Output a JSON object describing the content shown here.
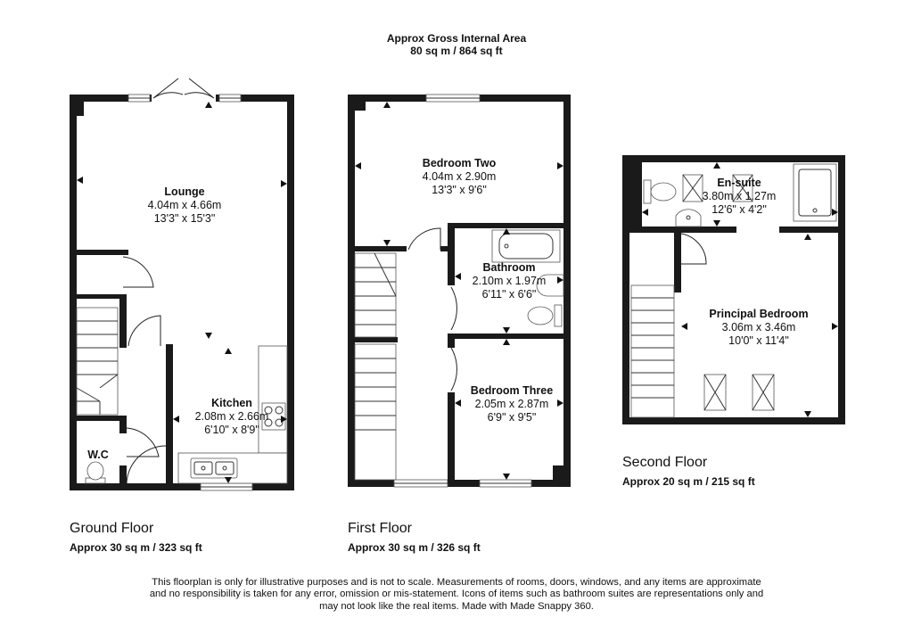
{
  "header": {
    "title": "Approx Gross Internal Area",
    "area": "80 sq m / 864 sq ft"
  },
  "floors": {
    "ground": {
      "title": "Ground Floor",
      "area": "Approx 30 sq m / 323 sq ft"
    },
    "first": {
      "title": "First Floor",
      "area": "Approx 30 sq m / 326 sq ft"
    },
    "second": {
      "title": "Second Floor",
      "area": "Approx 20 sq m / 215 sq ft"
    }
  },
  "rooms": {
    "lounge": {
      "name": "Lounge",
      "metric": "4.04m x 4.66m",
      "imperial": "13'3\" x 15'3\""
    },
    "kitchen": {
      "name": "Kitchen",
      "metric": "2.08m x 2.66m",
      "imperial": "6'10\" x 8'9\""
    },
    "wc": {
      "name": "W.C"
    },
    "bedroom_two": {
      "name": "Bedroom Two",
      "metric": "4.04m x 2.90m",
      "imperial": "13'3\" x 9'6\""
    },
    "bathroom": {
      "name": "Bathroom",
      "metric": "2.10m x 1.97m",
      "imperial": "6'11\" x 6'6\""
    },
    "bedroom_three": {
      "name": "Bedroom Three",
      "metric": "2.05m x 2.87m",
      "imperial": "6'9\" x 9'5\""
    },
    "ensuite": {
      "name": "En-suite",
      "metric": "3.80m x 1.27m",
      "imperial": "12'6\" x 4'2\""
    },
    "principal_bedroom": {
      "name": "Principal Bedroom",
      "metric": "3.06m x 3.46m",
      "imperial": "10'0\" x 11'4\""
    }
  },
  "disclaimer": {
    "line1": "This floorplan is only for illustrative purposes and is not to scale. Measurements of rooms, doors, windows, and any items are approximate",
    "line2": "and no responsibility is taken for any error, omission or mis-statement. Icons of items such as bathroom suites are representations only and",
    "line3": "may not look like the real items. Made with Made Snappy 360."
  }
}
